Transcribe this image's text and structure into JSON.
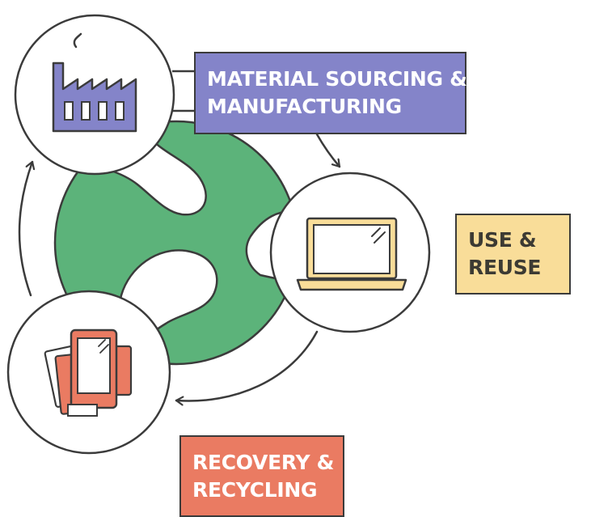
{
  "colors": {
    "globe": "#5cb37a",
    "manufacturing": "#8484c9",
    "use": "#f9dd99",
    "recovery": "#ea7b62",
    "outline": "#3b3b3b"
  },
  "stages": {
    "manufacturing": {
      "line1": "MATERIAL SOURCING &",
      "line2": "MANUFACTURING",
      "icon": "factory-icon"
    },
    "use": {
      "line1": "USE &",
      "line2": "REUSE",
      "icon": "laptop-icon"
    },
    "recovery": {
      "line1": "RECOVERY &",
      "line2": "RECYCLING",
      "icon": "smartphones-icon"
    }
  }
}
